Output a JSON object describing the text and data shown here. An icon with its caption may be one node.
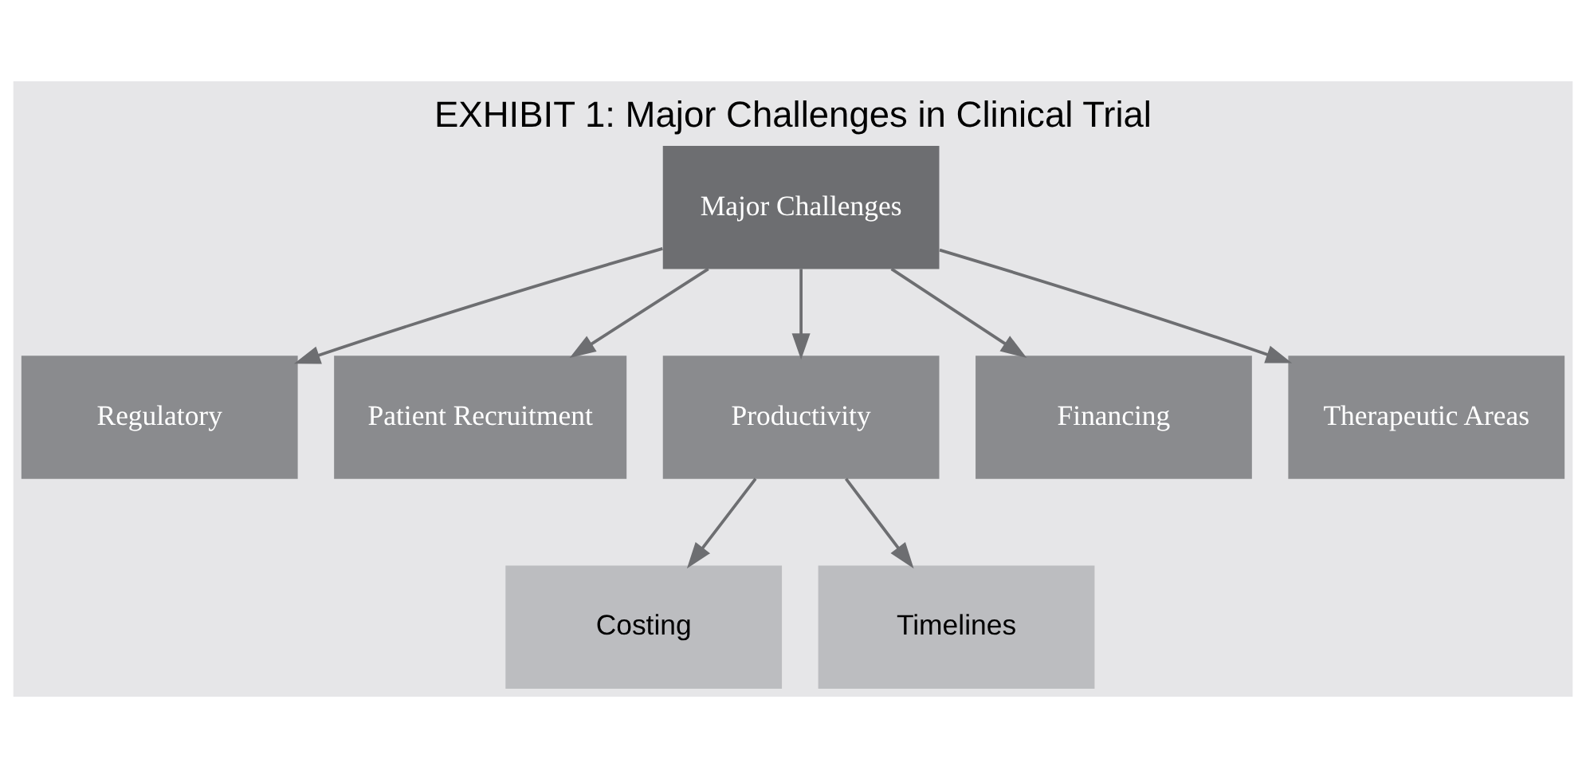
{
  "diagram": {
    "title": "EXHIBIT 1: Major Challenges in Clinical Trial",
    "nodes": [
      {
        "text": [
          "Major Challenges"
        ]
      },
      {
        "text": [
          "Regulatory"
        ]
      },
      {
        "text": [
          "Patient Recruitment"
        ]
      },
      {
        "text": [
          "Productivity"
        ]
      },
      {
        "text": [
          "Financing"
        ]
      },
      {
        "text": [
          "Therapeutic Areas"
        ]
      },
      {
        "text": [
          "Costing"
        ]
      },
      {
        "text": [
          "Timelines"
        ]
      }
    ],
    "edges": [
      {
        "from": 0,
        "to": 1,
        "arrow": "to"
      },
      {
        "from": 0,
        "to": 2,
        "arrow": "to"
      },
      {
        "from": 0,
        "to": 3,
        "arrow": "to"
      },
      {
        "from": 0,
        "to": 4,
        "arrow": "to"
      },
      {
        "from": 0,
        "to": 5,
        "arrow": "to"
      },
      {
        "from": 3,
        "to": 6,
        "arrow": "to"
      },
      {
        "from": 3,
        "to": 7,
        "arrow": "to"
      }
    ]
  }
}
